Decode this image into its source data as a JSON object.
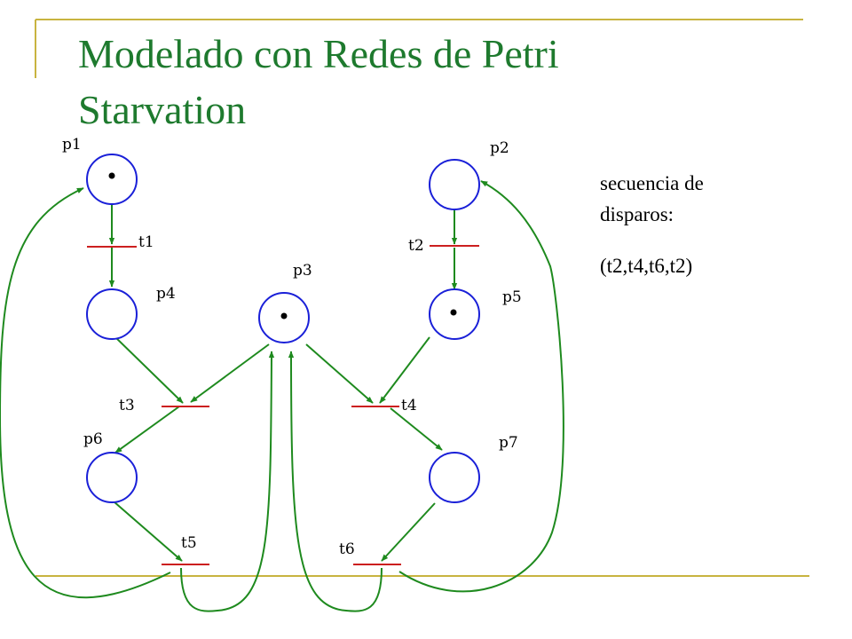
{
  "title": {
    "line1": "Modelado con Redes de Petri",
    "line2": "Starvation"
  },
  "sequence": {
    "label_line1": "secuencia de",
    "label_line2": "disparos:",
    "value": "(t2,t4,t6,t2)"
  },
  "places": [
    {
      "id": "p1",
      "label": "p1",
      "tokens": 1
    },
    {
      "id": "p2",
      "label": "p2",
      "tokens": 0
    },
    {
      "id": "p3",
      "label": "p3",
      "tokens": 1
    },
    {
      "id": "p4",
      "label": "p4",
      "tokens": 0
    },
    {
      "id": "p5",
      "label": "p5",
      "tokens": 1
    },
    {
      "id": "p6",
      "label": "p6",
      "tokens": 0
    },
    {
      "id": "p7",
      "label": "p7",
      "tokens": 0
    }
  ],
  "transitions": [
    {
      "id": "t1",
      "label": "t1"
    },
    {
      "id": "t2",
      "label": "t2"
    },
    {
      "id": "t3",
      "label": "t3"
    },
    {
      "id": "t4",
      "label": "t4"
    },
    {
      "id": "t5",
      "label": "t5"
    },
    {
      "id": "t6",
      "label": "t6"
    }
  ],
  "arcs": [
    {
      "from": "p1",
      "to": "t1"
    },
    {
      "from": "t1",
      "to": "p4"
    },
    {
      "from": "p2",
      "to": "t2"
    },
    {
      "from": "t2",
      "to": "p5"
    },
    {
      "from": "p4",
      "to": "t3"
    },
    {
      "from": "p3",
      "to": "t3"
    },
    {
      "from": "t3",
      "to": "p6"
    },
    {
      "from": "p5",
      "to": "t4"
    },
    {
      "from": "p3",
      "to": "t4"
    },
    {
      "from": "t4",
      "to": "p7"
    },
    {
      "from": "p6",
      "to": "t5"
    },
    {
      "from": "p7",
      "to": "t6"
    },
    {
      "from": "t5",
      "to": "p1"
    },
    {
      "from": "t5",
      "to": "p3"
    },
    {
      "from": "t6",
      "to": "p3"
    },
    {
      "from": "t6",
      "to": "p2"
    }
  ],
  "colors": {
    "title": "#1e7a2e",
    "accent_line": "#c8b440",
    "place_stroke": "#1a20d8",
    "transition_bar": "#cc1f1f",
    "arc": "#1e8a1e",
    "token": "#000000"
  }
}
